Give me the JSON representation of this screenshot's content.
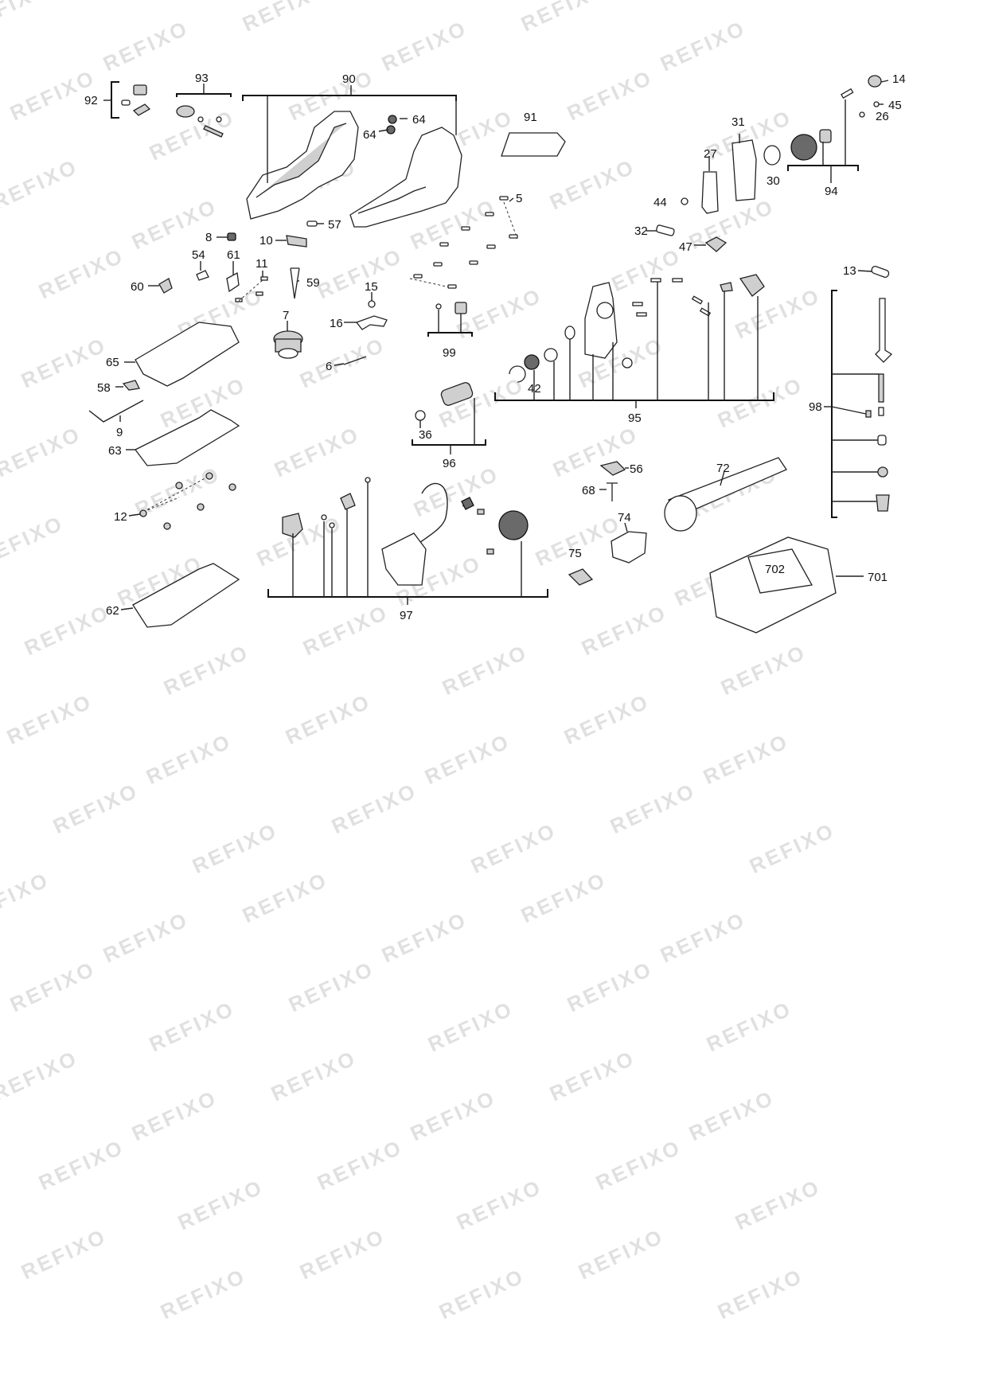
{
  "watermark": "REFIXO",
  "callouts": {
    "c92": "92",
    "c93": "93",
    "c90": "90",
    "c64a": "64",
    "c64b": "64",
    "c91": "91",
    "c31": "31",
    "c27": "27",
    "c14": "14",
    "c45": "45",
    "c26": "26",
    "c30": "30",
    "c94": "94",
    "c44": "44",
    "c32": "32",
    "c47": "47",
    "c5": "5",
    "c57": "57",
    "c8": "8",
    "c10": "10",
    "c54": "54",
    "c61": "61",
    "c11": "11",
    "c59": "59",
    "c60": "60",
    "c15": "15",
    "c16": "16",
    "c7": "7",
    "c6": "6",
    "c99": "99",
    "c13": "13",
    "c65": "65",
    "c58": "58",
    "c9": "9",
    "c42": "42",
    "c95": "95",
    "c98": "98",
    "c36": "36",
    "c96": "96",
    "c63": "63",
    "c56": "56",
    "c68": "68",
    "c72": "72",
    "c12": "12",
    "c74": "74",
    "c75": "75",
    "c702": "702",
    "c701": "701",
    "c62": "62",
    "c97": "97"
  }
}
